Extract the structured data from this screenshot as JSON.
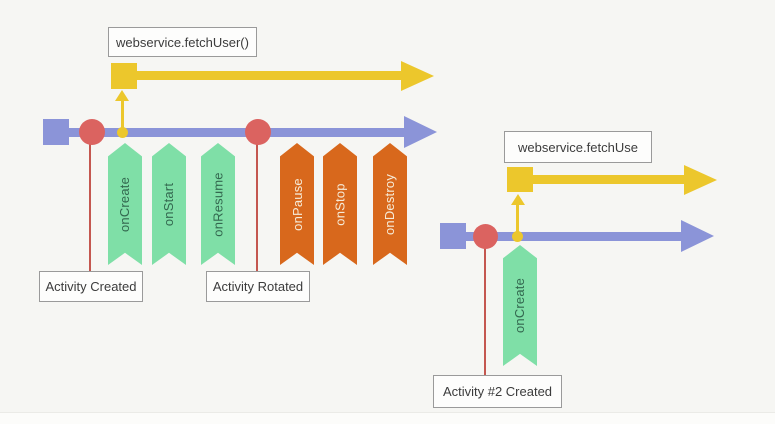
{
  "diagram": {
    "type": "activity-lifecycle-timelines",
    "colors": {
      "background": "#f6f6f3",
      "timeline_blue": "#8b94d8",
      "event_red": "#db6360",
      "connector_red": "#c4574f",
      "call_yellow": "#ecc72c",
      "lifecycle_green": "#7fdfa7",
      "lifecycle_green_text": "#33684f",
      "teardown_orange": "#d8681c",
      "teardown_orange_text": "#f6ecd9",
      "label_border": "#9a9a9a",
      "label_bg": "#fdfdfc",
      "label_text": "#3c3c3c"
    },
    "timeline1": {
      "web_call_label": "webservice.fetchUser()",
      "event_labels": [
        {
          "label": "Activity Created"
        },
        {
          "label": "Activity Rotated"
        }
      ],
      "banners": [
        {
          "label": "onCreate",
          "kind": "green"
        },
        {
          "label": "onStart",
          "kind": "green"
        },
        {
          "label": "onResume",
          "kind": "green"
        },
        {
          "label": "onPause",
          "kind": "orange"
        },
        {
          "label": "onStop",
          "kind": "orange"
        },
        {
          "label": "onDestroy",
          "kind": "orange"
        }
      ]
    },
    "timeline2": {
      "web_call_label": "webservice.fetchUse",
      "event_labels": [
        {
          "label": "Activity #2 Created"
        }
      ],
      "banners": [
        {
          "label": "onCreate",
          "kind": "green"
        }
      ]
    }
  }
}
